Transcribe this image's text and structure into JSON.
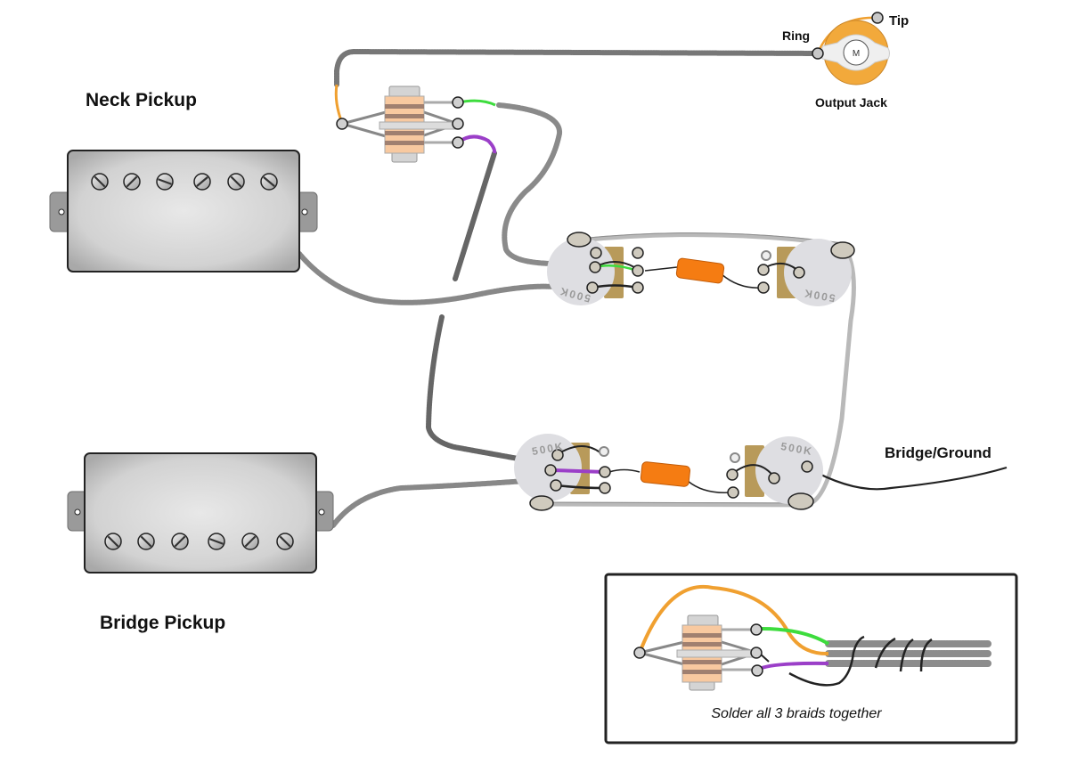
{
  "labels": {
    "neck_pickup": "Neck Pickup",
    "bridge_pickup": "Bridge Pickup",
    "output_jack": "Output Jack",
    "ring": "Ring",
    "tip": "Tip",
    "bridge_ground": "Bridge/Ground",
    "jack_center": "M"
  },
  "pots": [
    {
      "id": "neck-volume",
      "value": "500K"
    },
    {
      "id": "neck-tone",
      "value": "500K"
    },
    {
      "id": "bridge-volume",
      "value": "500K"
    },
    {
      "id": "bridge-tone",
      "value": "500K"
    }
  ],
  "inset": {
    "caption": "Solder all 3 braids together"
  },
  "colors": {
    "braid": "#8a8a8a",
    "orange_wire": "#f0a030",
    "green_wire": "#3ddc3d",
    "purple_wire": "#9b3fc8",
    "capacitor": "#f57c12",
    "pot_bracket": "#b89a5a",
    "switch_body": "#f8c9a0",
    "jack_ring": "#f2a93b"
  }
}
